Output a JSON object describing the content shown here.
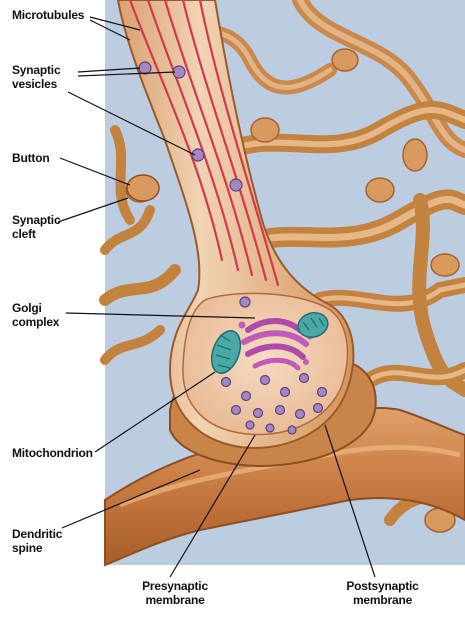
{
  "labels": {
    "microtubules": "Microtubules",
    "synaptic_vesicles": "Synaptic\nvesicles",
    "button": "Button",
    "synaptic_cleft": "Synaptic\ncleft",
    "golgi_complex": "Golgi\ncomplex",
    "mitochondrion": "Mitochondrion",
    "dendritic_spine": "Dendritic\nspine",
    "presynaptic_membrane": "Presynaptic\nmembrane",
    "postsynaptic_membrane": "Postsynaptic\nmembrane"
  },
  "colors": {
    "background": "#b7c8df",
    "neuron_tan": "#c9894d",
    "neuron_light": "#e6b888",
    "axon_cytoplasm": "#efcfae",
    "microtubule_red": "#d2384f",
    "vesicle_purple": "#8a6fa8",
    "golgi_magenta": "#b04aa8",
    "mitochondrion_teal": "#3f9fa0",
    "dendrite": "#c7773f"
  }
}
